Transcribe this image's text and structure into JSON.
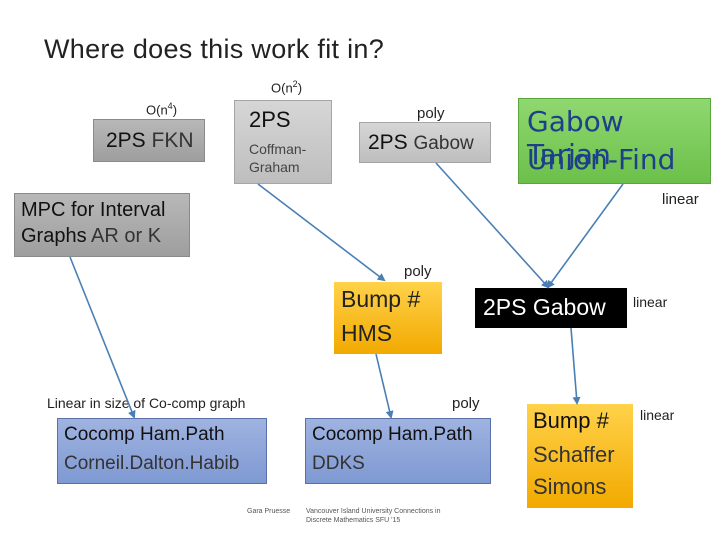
{
  "slide": {
    "title": "Where does this work fit in?",
    "labels": {
      "on4_base": "O(n",
      "on4_exp": "4",
      "on4_close": ")",
      "on2_base": "O(n",
      "on2_exp": "2",
      "on2_close": ")",
      "poly_top": "poly",
      "linear_top": "linear",
      "poly_mid": "poly",
      "linear_mid": "linear",
      "linear_cocomp": "Linear in size of Co-comp graph",
      "poly_low": "poly",
      "linear_low": "linear"
    },
    "boxes": {
      "fkn": {
        "main": "2PS ",
        "sub": "FKN"
      },
      "cg": {
        "main": "2PS",
        "sub1": "Coffman-",
        "sub2": "Graham"
      },
      "gabow1": {
        "main": "2PS ",
        "sub": "Gabow"
      },
      "gtuf": {
        "line1": "Gabow Tarjan",
        "line2": "Union-Find"
      },
      "mpc": {
        "line1": "MPC for Interval",
        "line2a": "Graphs ",
        "line2b": "AR or K"
      },
      "bump_hms": {
        "line1": "Bump #",
        "line2": "HMS"
      },
      "gabow2": {
        "main": "2PS Gabow"
      },
      "cocomp1": {
        "line1": "Cocomp Ham.Path",
        "line2": "Corneil.Dalton.Habib"
      },
      "cocomp2": {
        "line1": "Cocomp Ham.Path",
        "line2": "DDKS"
      },
      "bump_ss": {
        "line1": "Bump #",
        "line2": "Schaffer",
        "line3": "Simons"
      }
    },
    "footer": {
      "author": "Gara Pruesse",
      "venue1": "Vancouver Island University    Connections in",
      "venue2": "Discrete Mathematics SFU '15"
    }
  },
  "colors": {
    "arrow": "#4a7fb5",
    "green_text": "#1e3f8a",
    "gray_sub": "#444444"
  }
}
